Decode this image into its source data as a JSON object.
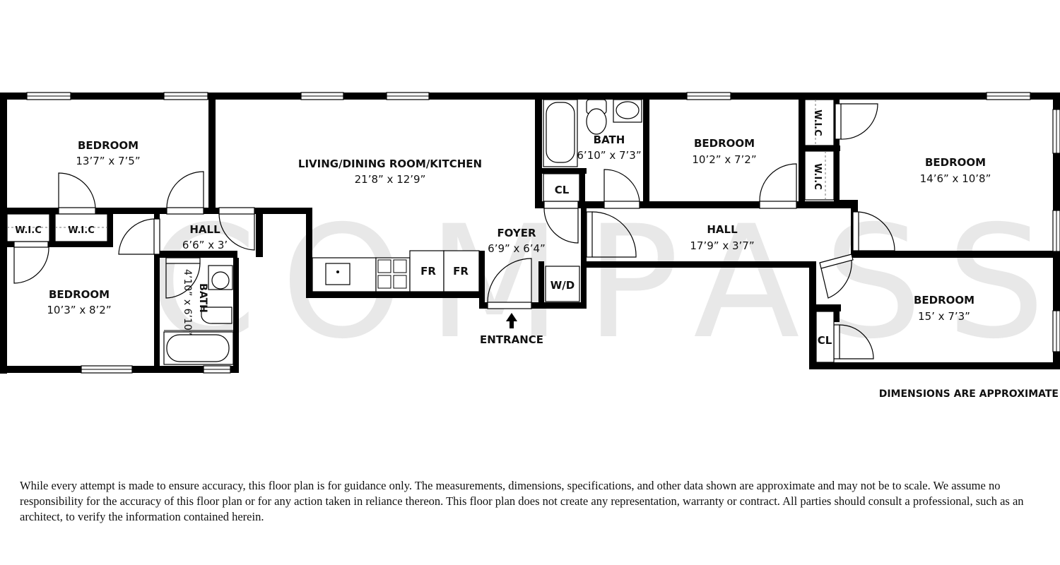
{
  "watermark": "COMPASS",
  "rooms": {
    "bedroom_nw": {
      "name": "BEDROOM",
      "dims": "13’7” x 7’5”"
    },
    "wic_left_1": {
      "name": "W.I.C"
    },
    "wic_left_2": {
      "name": "W.I.C"
    },
    "hall_left": {
      "name": "HALL",
      "dims": "6’6” x 3’"
    },
    "bedroom_sw": {
      "name": "BEDROOM",
      "dims": "10’3” x 8’2”"
    },
    "bath_left": {
      "name": "BATH",
      "dims": "4’10” x 6’10”"
    },
    "living": {
      "name": "LIVING/DINING ROOM/KITCHEN",
      "dims": "21’8” x 12’9”"
    },
    "fridge_1": {
      "name": "FR"
    },
    "fridge_2": {
      "name": "FR"
    },
    "foyer": {
      "name": "FOYER",
      "dims": "6’9” x 6’4”"
    },
    "washer_dryer": {
      "name": "W/D"
    },
    "closet_center": {
      "name": "CL"
    },
    "bath_center": {
      "name": "BATH",
      "dims": "6’10” x 7’3”"
    },
    "bedroom_center": {
      "name": "BEDROOM",
      "dims": "10’2” x 7’2”"
    },
    "hall_center": {
      "name": "HALL",
      "dims": "17’9” x 3’7”"
    },
    "wic_right_1": {
      "name": "W.I.C"
    },
    "wic_right_2": {
      "name": "W.I.C"
    },
    "bedroom_ne": {
      "name": "BEDROOM",
      "dims": "14’6” x 10’8”"
    },
    "bedroom_se": {
      "name": "BEDROOM",
      "dims": "15’ x 7’3”"
    },
    "closet_se": {
      "name": "CL"
    }
  },
  "entrance_label": "ENTRANCE",
  "dimensions_note": "DIMENSIONS ARE APPROXIMATE",
  "disclaimer": "While every attempt is made to ensure accuracy, this floor plan is for guidance only. The measurements, dimensions, specifications, and other data shown are approximate and may not be to scale.  We assume no responsibility for the accuracy of this floor plan or for any action taken in reliance thereon. This floor plan does not create any representation, warranty or contract. All parties should consult a professional, such as an architect, to verify the information contained herein."
}
